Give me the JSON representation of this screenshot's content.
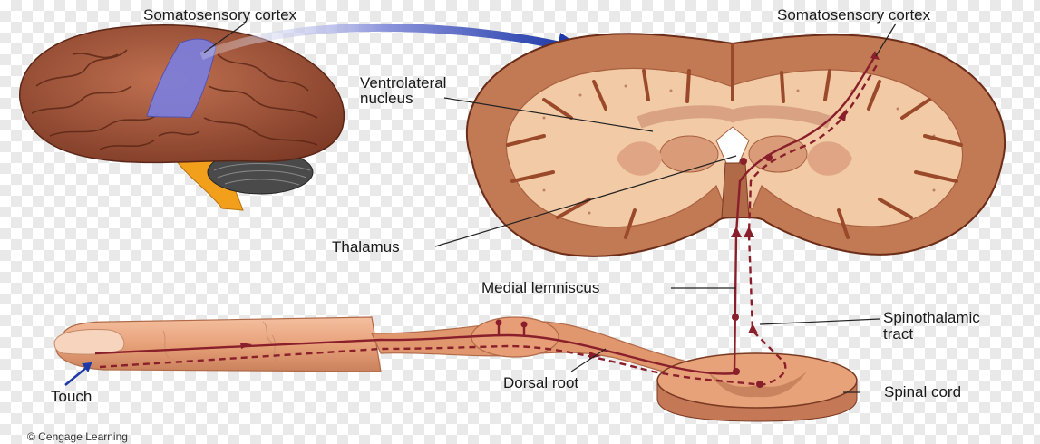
{
  "labels": {
    "somatosensory_cortex_left": "Somatosensory cortex",
    "somatosensory_cortex_right": "Somatosensory cortex",
    "ventrolateral_line1": "Ventrolateral",
    "ventrolateral_line2": "nucleus",
    "thalamus": "Thalamus",
    "medial_lemniscus": "Medial lemniscus",
    "spinothalamic_line1": "Spinothalamic",
    "spinothalamic_line2": "tract",
    "touch": "Touch",
    "dorsal_root": "Dorsal root",
    "spinal_cord": "Spinal cord",
    "copyright": "© Cengage Learning"
  },
  "colors": {
    "brain_surface": "#a85a3e",
    "cortex_highlight": "#7b7fe0",
    "coronal_gray": "#c27a55",
    "coronal_white": "#f2cba6",
    "skin": "#e8a27a",
    "pathway": "#8a1f2c",
    "arrow_blue": "#1f3aa8"
  },
  "icons": {
    "top_arrow": "curved-arrow-icon",
    "touch_arrow": "arrow-icon"
  }
}
